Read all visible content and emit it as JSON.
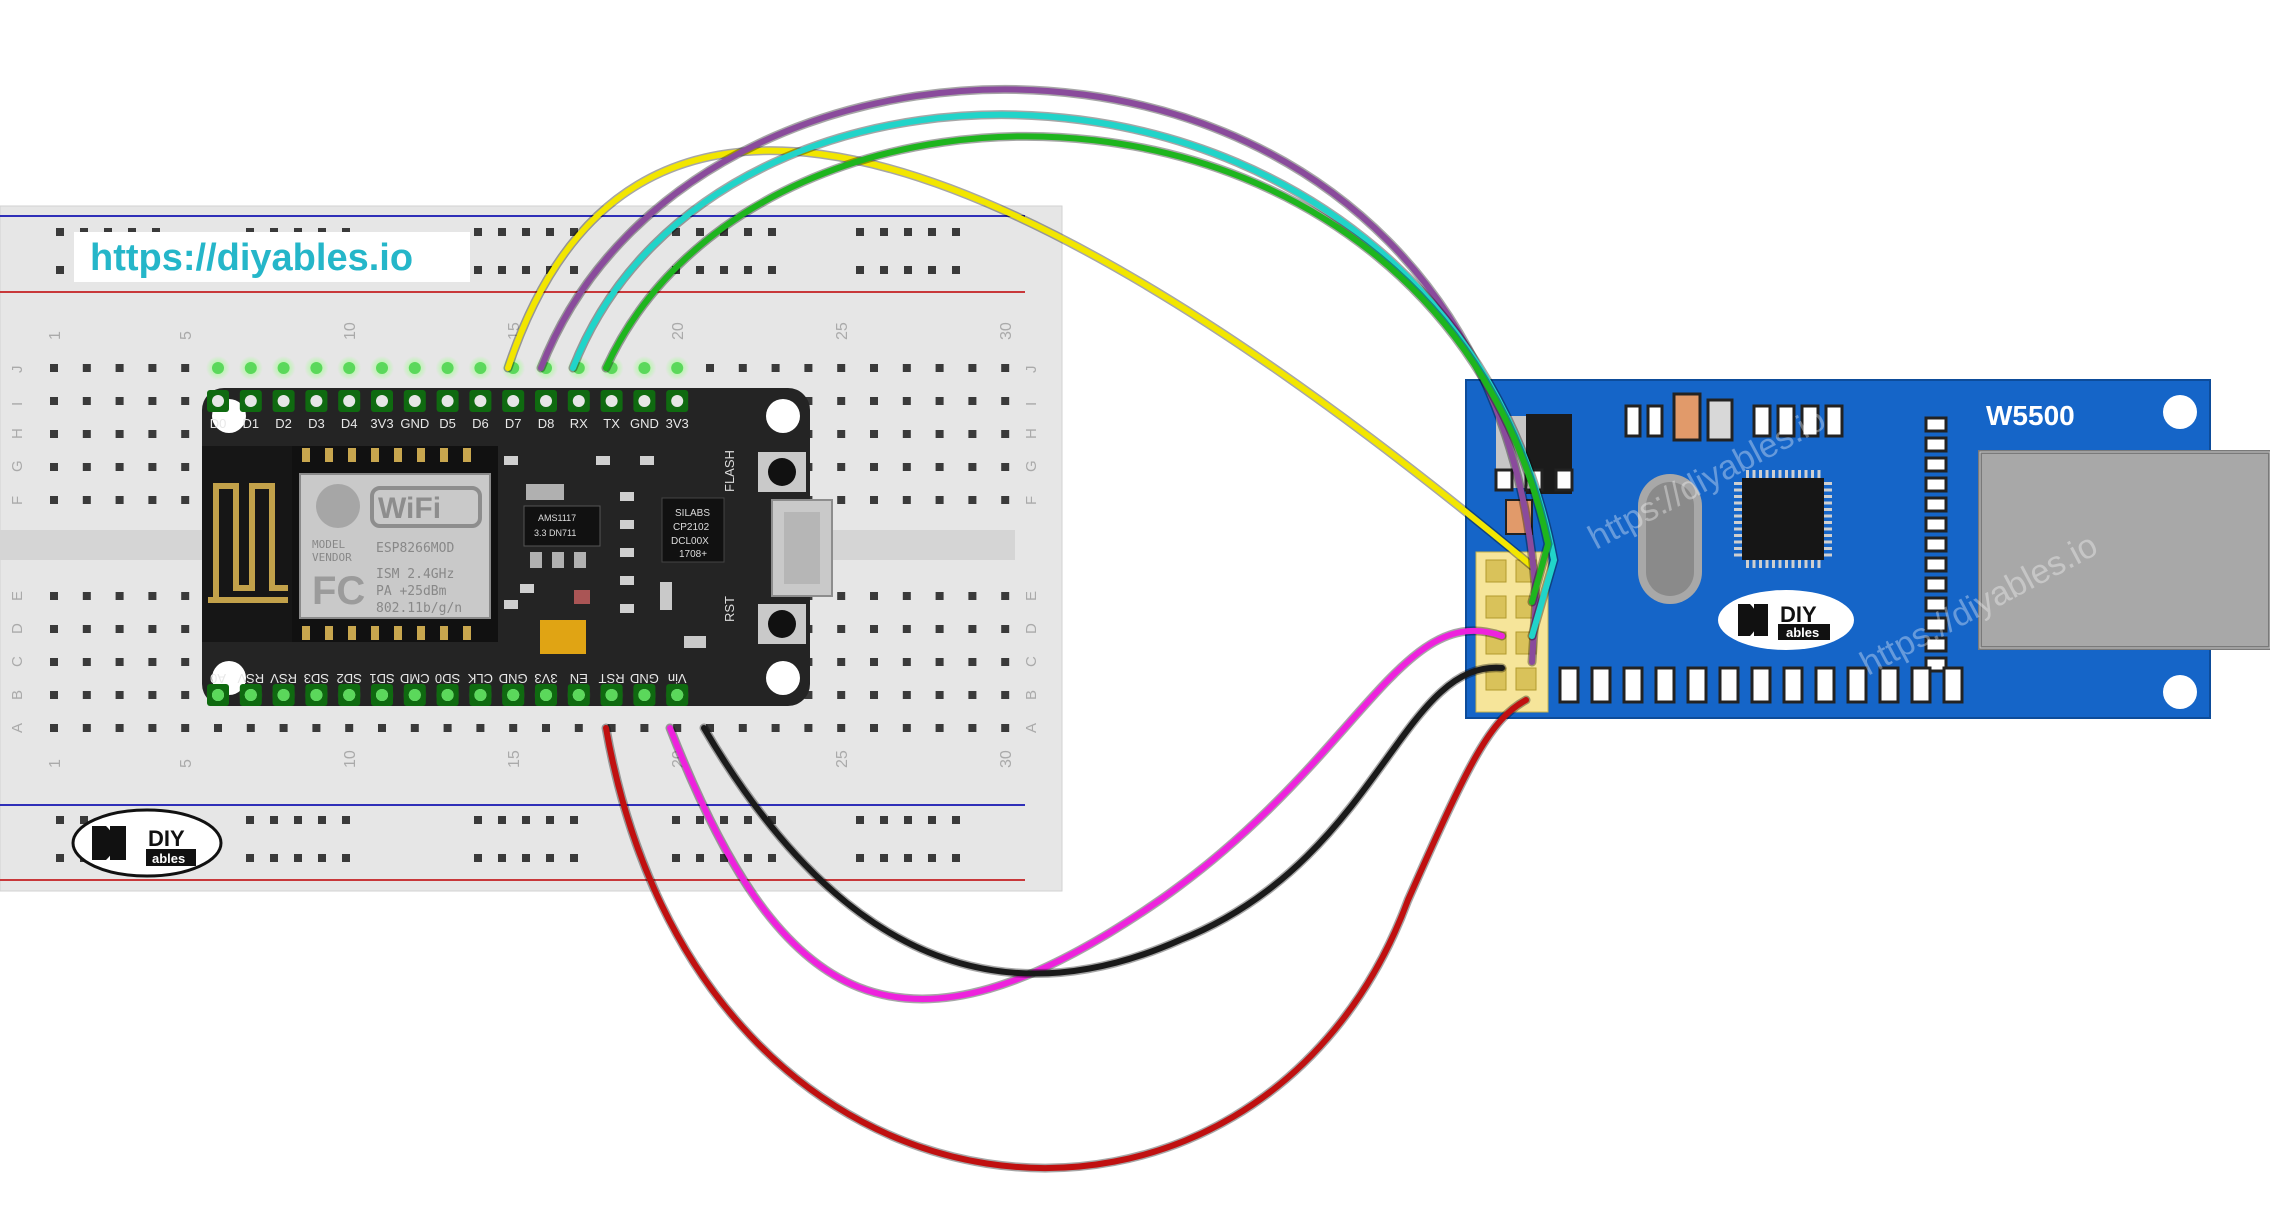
{
  "watermark": {
    "url_banner": "https://diyables.io",
    "diagonal_url": "https://diyables.io"
  },
  "logo": {
    "text_top": "DIY",
    "text_bottom": "ables"
  },
  "breadboard": {
    "column_numbers": [
      "1",
      "5",
      "10",
      "15",
      "20",
      "25",
      "30"
    ],
    "row_letters_top": [
      "J",
      "I",
      "H",
      "G",
      "F"
    ],
    "row_letters_bottom": [
      "E",
      "D",
      "C",
      "B",
      "A"
    ]
  },
  "nodemcu": {
    "top_pins": [
      "D0",
      "D1",
      "D2",
      "D3",
      "D4",
      "3V3",
      "GND",
      "D5",
      "D6",
      "D7",
      "D8",
      "RX",
      "TX",
      "GND",
      "3V3"
    ],
    "bottom_pins": [
      "A0",
      "RSV",
      "RSV",
      "SD3",
      "SD2",
      "SD1",
      "CMD",
      "SD0",
      "CLK",
      "GND",
      "3V3",
      "EN",
      "RST",
      "GND",
      "Vin"
    ],
    "module": {
      "wifi": "WiFi",
      "model_label": "MODEL",
      "vendor_label": "VENDOR",
      "model": "ESP8266MOD",
      "fc": "FC",
      "ism": "ISM 2.4GHz",
      "pa": "PA  +25dBm",
      "standard": "802.11b/g/n"
    },
    "regulator": [
      "AMS1117",
      "3.3  DN711"
    ],
    "usb_chip": [
      "SILABS",
      "CP2102",
      "DCL00X",
      "1708+"
    ],
    "flash_label": "FLASH",
    "rst_label": "RST"
  },
  "w5500": {
    "title": "W5500"
  },
  "wires": [
    {
      "name": "yellow",
      "color": "#f2e600"
    },
    {
      "name": "purple",
      "color": "#8a4b9c"
    },
    {
      "name": "cyan",
      "color": "#21d4c9"
    },
    {
      "name": "green",
      "color": "#1eb51e"
    },
    {
      "name": "magenta",
      "color": "#ee22dd"
    },
    {
      "name": "black",
      "color": "#1a1a1a"
    },
    {
      "name": "red",
      "color": "#c01010"
    }
  ]
}
